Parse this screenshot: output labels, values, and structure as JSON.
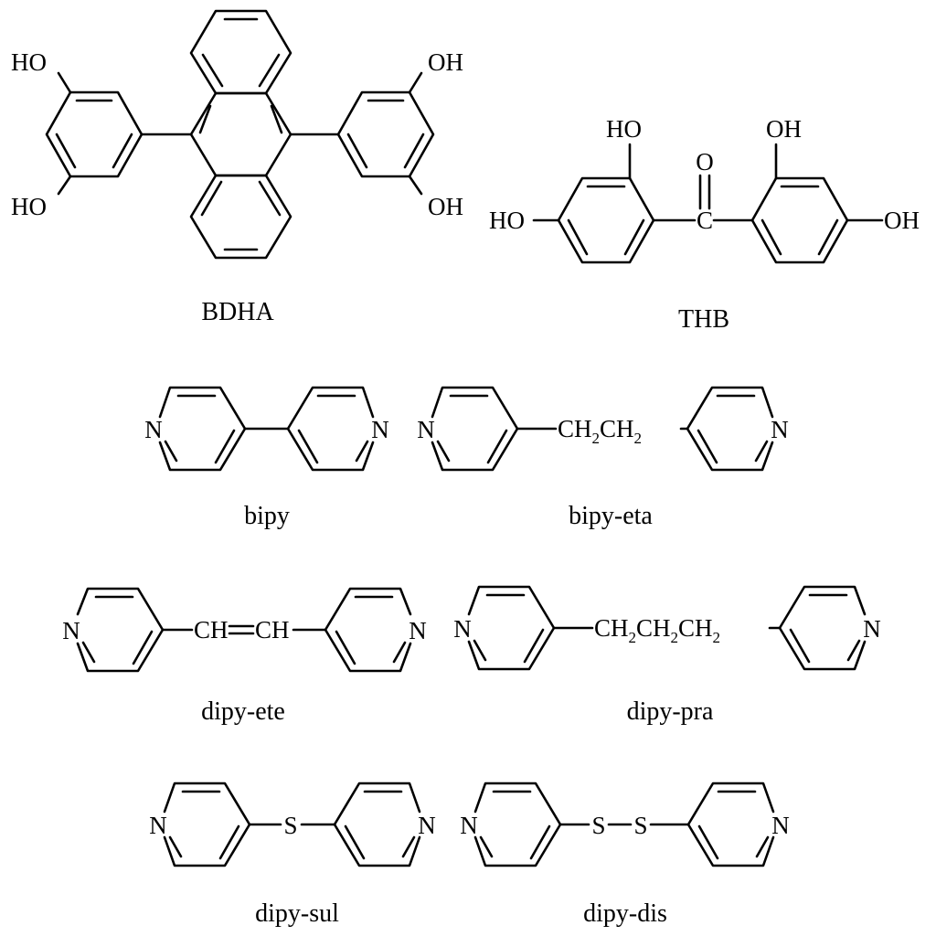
{
  "molecules": {
    "bdha": {
      "name": "BDHA",
      "ho_tl": "HO",
      "ho_bl": "HO",
      "oh_tr": "OH",
      "oh_br": "OH"
    },
    "thb": {
      "name": "THB",
      "ho_top": "HO",
      "oh_top": "OH",
      "ho_left": "HO",
      "oh_right": "OH",
      "o_carbonyl": "O",
      "c_carbonyl": "C"
    },
    "bipy": {
      "name": "bipy",
      "n_left": "N",
      "n_right": "N"
    },
    "bipy_eta": {
      "name": "bipy-eta",
      "n_left": "N",
      "n_right": "N",
      "g1": "CH",
      "s1": "2",
      "g2": "CH",
      "s2": "2"
    },
    "dipy_ete": {
      "name": "dipy-ete",
      "n_left": "N",
      "n_right": "N",
      "ch1": "CH",
      "ch2": "CH"
    },
    "dipy_pra": {
      "name": "dipy-pra",
      "n_left": "N",
      "n_right": "N",
      "g1": "CH",
      "s1": "2",
      "g2": "CH",
      "s2": "2",
      "g3": "CH",
      "s3": "2"
    },
    "dipy_sul": {
      "name": "dipy-sul",
      "n_left": "N",
      "n_right": "N",
      "s": "S"
    },
    "dipy_dis": {
      "name": "dipy-dis",
      "n_left": "N",
      "n_right": "N",
      "s1": "S",
      "s2": "S"
    }
  },
  "colors": {
    "ink": "#000000",
    "background": "#ffffff"
  }
}
